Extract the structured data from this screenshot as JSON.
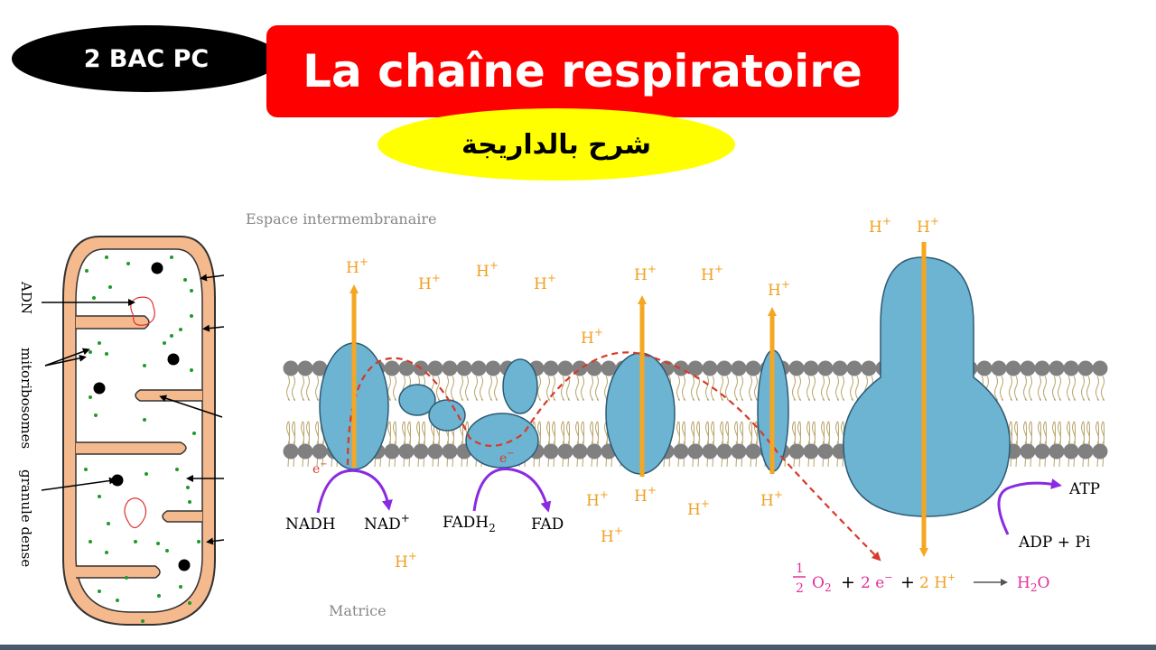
{
  "header": {
    "level_badge": "2 BAC PC",
    "title": "La chaîne respiratoire",
    "subtitle": "شرح بالداريجة"
  },
  "mitochondrion": {
    "labels": [
      "ADN",
      "mitoribosomes",
      "granule dense"
    ]
  },
  "chain": {
    "intermembrane_label": "Espace intermembranaire",
    "matrix_label": "Matrice",
    "proton": "H",
    "proton_charge": "+",
    "electron": "e",
    "electron_charge": "−",
    "nadh": "NADH",
    "nad_plus": "NAD",
    "nad_charge": "+",
    "fadh2": "FADH",
    "fadh2_sub": "2",
    "fad": "FAD",
    "atp": "ATP",
    "adp_pi": "ADP + Pi",
    "equation": {
      "half_num": "1",
      "half_den": "2",
      "oxygen": "O",
      "oxygen_sub": "2",
      "plus": "+",
      "two_electrons": "2 e",
      "two_protons": "2 H",
      "water": "H",
      "water_sub": "2",
      "water_end": "O"
    }
  },
  "colors": {
    "badge": "#000000",
    "title_bg": "#ff0000",
    "subtitle_bg": "#ffff00",
    "protein": "#6cb4d2",
    "arrow_orange": "#f5a623",
    "proton_text": "#f0a020",
    "electron_path": "#d63a28",
    "nad_arrow": "#8a2be2",
    "membrane_head": "#808080",
    "mito_fill": "#f5b98e",
    "ribosome": "#1f9a2a",
    "equation_pink": "#e0309a"
  }
}
